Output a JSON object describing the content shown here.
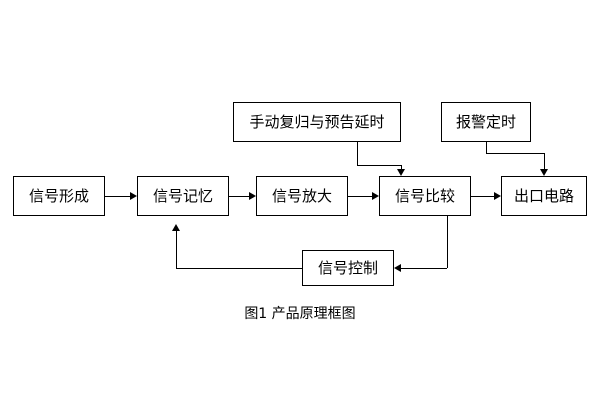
{
  "figure": {
    "caption": "图1 产品原理框图"
  },
  "nodes": {
    "signal_forming": "信号形成",
    "signal_memory": "信号记忆",
    "signal_amplify": "信号放大",
    "signal_compare": "信号比较",
    "output_circuit": "出口电路",
    "manual_reset_delay": "手动复归与预告延时",
    "alarm_timer": "报警定时",
    "signal_control": "信号控制"
  },
  "colors": {
    "stroke": "#000000",
    "fill": "#ffffff",
    "text": "#000000"
  }
}
